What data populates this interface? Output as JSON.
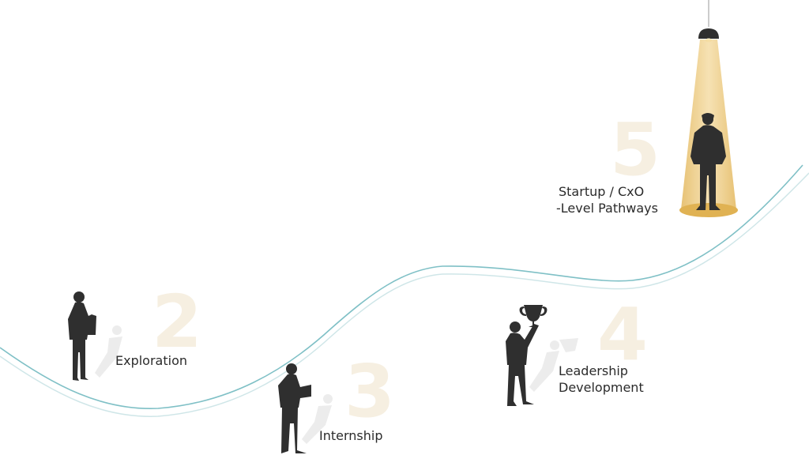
{
  "steps": [
    {
      "number": "2",
      "label_lines": [
        "Exploration"
      ]
    },
    {
      "number": "3",
      "label_lines": [
        "Internship"
      ]
    },
    {
      "number": "4",
      "label_lines": [
        "Leadership",
        "Development"
      ]
    },
    {
      "number": "5",
      "label_lines": [
        "Startup / CxO",
        "-Level Pathways"
      ]
    }
  ],
  "colors": {
    "path_line": "#7fc0c6",
    "path_shadow": "#cfe6e8",
    "figure": "#2f2f2f",
    "figure_shadow": "#ececec",
    "step_number": "#f6efe1",
    "spotlight": "#e8c06e",
    "text": "#2b2b2b"
  },
  "icons": [
    "person-with-book-icon",
    "person-with-laptop-icon",
    "person-raising-trophy-icon",
    "person-in-spotlight-icon",
    "ceiling-lamp-icon"
  ]
}
